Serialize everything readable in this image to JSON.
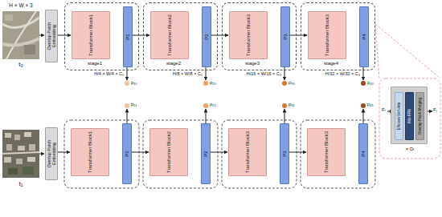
{
  "diagram": {
    "nodes": [
      {
        "text": [
          "Overlap Patch Embedding"
        ]
      },
      {
        "text": [
          "stage1"
        ]
      },
      {
        "text": [
          "Transformer Block1"
        ],
        "in": 1
      },
      {
        "text": [
          "P1"
        ],
        "in": 1
      },
      {
        "text": [
          "stage2"
        ]
      },
      {
        "text": [
          "Transformer Block2"
        ],
        "in": 4
      },
      {
        "text": [
          "P2"
        ],
        "in": 4
      },
      {
        "text": [
          "stage3"
        ]
      },
      {
        "text": [
          "Transformer Block3"
        ],
        "in": 7
      },
      {
        "text": [
          "P3"
        ],
        "in": 7
      },
      {
        "text": [
          "stage4"
        ]
      },
      {
        "text": [
          "Transformer Block3"
        ],
        "in": 10
      },
      {
        "text": [
          "P4"
        ],
        "in": 10
      },
      {
        "text": [
          "Overlap Patch Embedding"
        ]
      },
      {
        "text": [
          "Transformer Block1"
        ]
      },
      {
        "text": [
          "P1"
        ]
      },
      {
        "text": [
          "Transformer Block2"
        ]
      },
      {
        "text": [
          "P2"
        ]
      },
      {
        "text": [
          "Transformer Block3"
        ]
      },
      {
        "text": [
          "P3"
        ]
      },
      {
        "text": [
          "Transformer Block3"
        ]
      },
      {
        "text": [
          "P4"
        ]
      },
      {
        "text": [
          "× Dᵢ"
        ]
      },
      {
        "text": [
          "Efficient Self-Attn"
        ],
        "in": 22
      },
      {
        "text": [
          "Mix-FFN"
        ],
        "in": 22
      },
      {
        "text": [
          "Overlap Patch Merging"
        ],
        "in": 22
      }
    ],
    "edges": [
      {
        "from": 0,
        "to": 2,
        "arrow": "to"
      },
      {
        "from": 3,
        "to": 5,
        "arrow": "to"
      },
      {
        "from": 6,
        "to": 8,
        "arrow": "to"
      },
      {
        "from": 9,
        "to": 11,
        "arrow": "to"
      },
      {
        "from": 13,
        "to": 14,
        "arrow": "to"
      },
      {
        "from": 15,
        "to": 16,
        "arrow": "to"
      },
      {
        "from": 17,
        "to": 18,
        "arrow": "to"
      },
      {
        "from": 19,
        "to": 20,
        "arrow": "to"
      }
    ],
    "labels": [
      "H × W × 3",
      "t₀",
      "t₁",
      "H/4 × W/4 × C₁",
      "H/8 × W/8 × C₂",
      "H/16 × W/16 × C₃",
      "H/32 × W/32 × C₄",
      "p₁₀",
      "p₂₀",
      "p₃₀",
      "p₄₀",
      "p₁₁",
      "p₂₁",
      "p₃₁",
      "p₄₁",
      "Fᵢ",
      "Fⱼ"
    ]
  }
}
